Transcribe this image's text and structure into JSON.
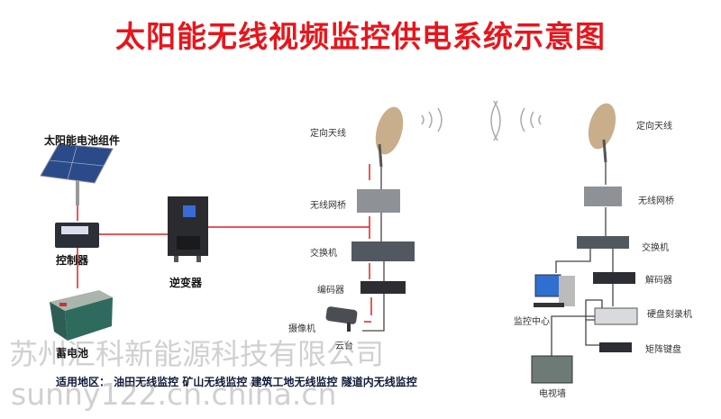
{
  "title": "太阳能无线视频监控供电系统示意图",
  "left_side": {
    "solar_panel": "太阳能电池组件",
    "controller": "控制器",
    "battery": "蓄电池",
    "inverter": "逆变器"
  },
  "transmit_side": {
    "antenna": "定向天线",
    "bridge": "无线网桥",
    "switch": "交换机",
    "encoder": "编码器",
    "camera": "摄像机",
    "pan_tilt": "云台"
  },
  "receive_side": {
    "antenna": "定向天线",
    "bridge": "无线网桥",
    "switch": "交换机",
    "decoder": "解码器",
    "monitor_center": "监控中心",
    "dvr": "硬盘刻录机",
    "matrix_keyboard": "矩阵键盘",
    "tv_wall": "电视墙"
  },
  "footer": "适用地区： 油田无线监控  矿山无线监控  建筑工地无线监控  隧道内无线监控",
  "watermark": {
    "company": "苏州汇科新能源科技有限公司",
    "site": "sunny122.cn.china.cn"
  },
  "colors": {
    "title": "#e8151b",
    "power_line": "#e02020",
    "signal_line": "#444444"
  }
}
